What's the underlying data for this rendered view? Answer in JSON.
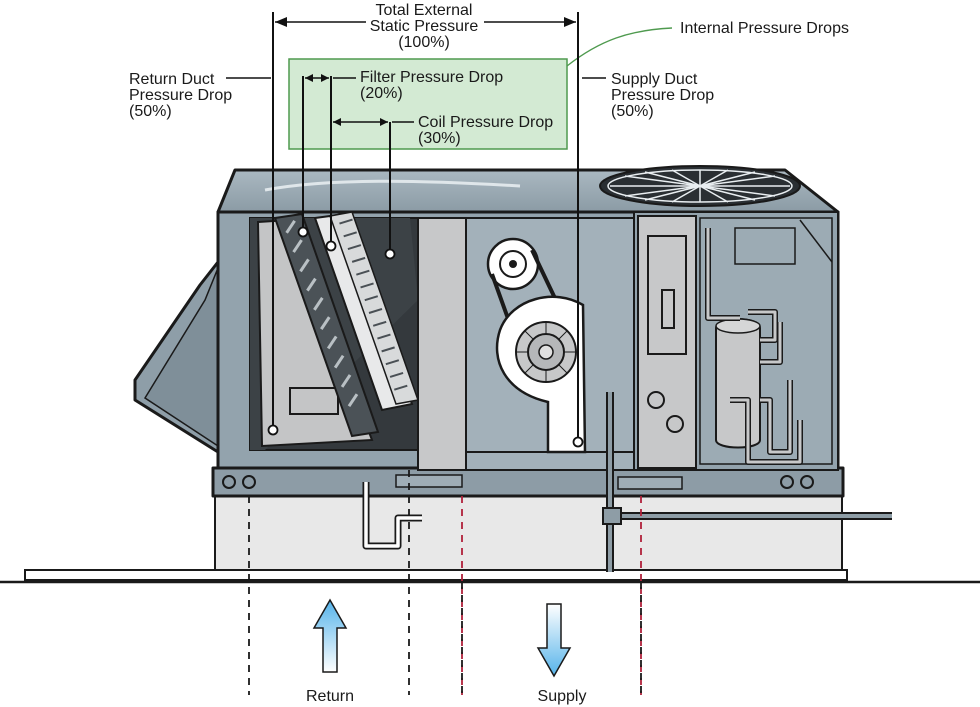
{
  "labels": {
    "total_line1": "Total External",
    "total_line2": "Static Pressure",
    "total_line3": "(100%)",
    "internal": "Internal Pressure Drops",
    "return_duct_line1": "Return Duct",
    "return_duct_line2": "Pressure Drop",
    "return_duct_line3": "(50%)",
    "supply_duct_line1": "Supply Duct",
    "supply_duct_line2": "Pressure Drop",
    "supply_duct_line3": "(50%)",
    "filter_line1": "Filter Pressure Drop",
    "filter_line2": "(20%)",
    "coil_line1": "Coil Pressure Drop",
    "coil_line2": "(30%)",
    "return_arrow": "Return",
    "supply_arrow": "Supply"
  },
  "colors": {
    "unit_body": "#93a3ad",
    "unit_dark": "#6d7d87",
    "panel": "#c9cacb",
    "internal_box": "#cfe8cf",
    "internal_box_border": "#5aa05a",
    "curb": "#e6e6e6",
    "arrow_blue": "#5fb7e8",
    "supply_dash": "#b0203a"
  }
}
